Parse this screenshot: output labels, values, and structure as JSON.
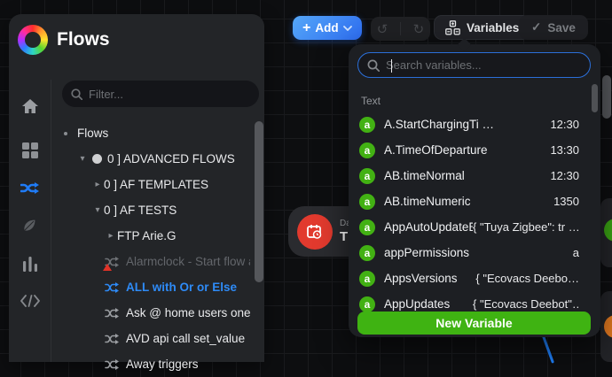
{
  "app": {
    "title": "Flows"
  },
  "toolbar": {
    "add_label": "Add",
    "add_plus": "+",
    "undo_glyph": "↺",
    "redo_glyph": "↻",
    "variables_label": "Variables",
    "save_check": "✓",
    "save_label": "Save"
  },
  "sidebar": {
    "filter_placeholder": "Filter...",
    "rail_icons": [
      "home-icon",
      "dashboard-icon",
      "flows-icon",
      "leaf-icon",
      "insights-icon",
      "code-icon"
    ],
    "tree": [
      {
        "label": "Flows"
      },
      {
        "label": "0 ] ADVANCED FLOWS",
        "expander": "▾"
      },
      {
        "label": "0 ] AF TEMPLATES",
        "expander": "▸"
      },
      {
        "label": "0 ] AF TESTS",
        "expander": "▾"
      },
      {
        "label": "FTP Arie.G",
        "expander": "▸"
      },
      {
        "label": "Alarmclock - Start flow a…",
        "state": "error"
      },
      {
        "label": "ALL with Or or Else",
        "state": "selected"
      },
      {
        "label": "Ask @ home users one b…"
      },
      {
        "label": "AVD api call set_value"
      },
      {
        "label": "Away triggers"
      }
    ]
  },
  "variables_panel": {
    "search_placeholder": "Search variables...",
    "section_label": "Text",
    "item_icon": "a",
    "items": [
      {
        "name": "A.StartChargingTi …",
        "value": "12:30"
      },
      {
        "name": "A.TimeOfDeparture",
        "value": "13:30"
      },
      {
        "name": "AB.timeNormal",
        "value": "12:30"
      },
      {
        "name": "AB.timeNumeric",
        "value": "1350"
      },
      {
        "name": "AppAutoUpdateEn …",
        "value": "{ \"Tuya Zigbee\": tr …"
      },
      {
        "name": "appPermissions",
        "value": "a"
      },
      {
        "name": "AppsVersions",
        "value": "{  \"Ecovacs Deebo…"
      },
      {
        "name": "AppUpdates",
        "value": "{ \"Ecovacs Deebot\"…"
      }
    ],
    "new_button_label": "New Variable"
  },
  "canvas": {
    "date_card": {
      "app_label": "Date",
      "title": "The"
    }
  },
  "colors": {
    "accent_blue": "#1f7bf5",
    "selected_blue": "#2e8bf7",
    "green": "#3fb312",
    "red": "#e23a2e",
    "canvas_bg": "#0d0e10",
    "panel_bg": "#232528",
    "popup_bg": "#1d1f23"
  }
}
